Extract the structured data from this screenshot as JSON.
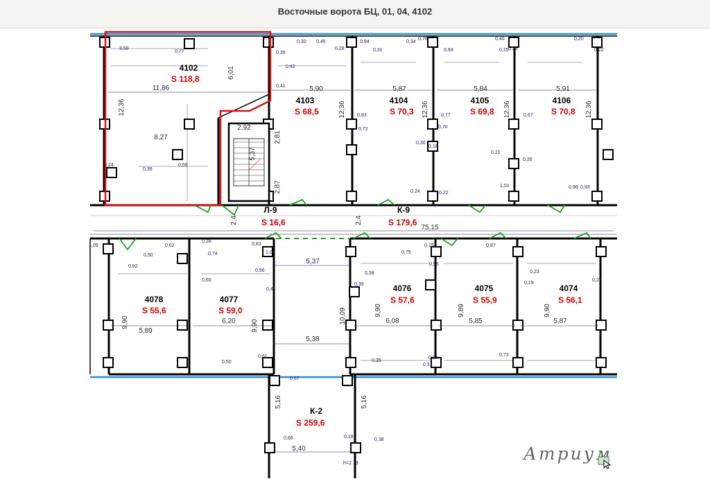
{
  "header": {
    "title": "Восточные ворота БЦ, 01, 04, 4102"
  },
  "brand": {
    "text": "Атриум"
  },
  "colors": {
    "highlight": "#e01010",
    "area": "#cc0000",
    "wall": "#000000",
    "axis": "#2a8ad8",
    "door": "#1ea01e",
    "stairs": "#e03030",
    "dims": "#1a1a5a"
  },
  "rooms": [
    {
      "id": "4102",
      "area": "S 118,8",
      "selected": true
    },
    {
      "id": "4103",
      "area": "S 68,5"
    },
    {
      "id": "4104",
      "area": "S 70,3"
    },
    {
      "id": "4105",
      "area": "S 69,8"
    },
    {
      "id": "4106",
      "area": "S 70,8"
    },
    {
      "id": "Л-9",
      "area": "S 16,6"
    },
    {
      "id": "К-9",
      "area": "S 179,6"
    },
    {
      "id": "4078",
      "area": "S 55,6"
    },
    {
      "id": "4077",
      "area": "S 59,0"
    },
    {
      "id": "4076",
      "area": "S 57,6"
    },
    {
      "id": "4075",
      "area": "S 55,9"
    },
    {
      "id": "4074",
      "area": "S 56,1"
    },
    {
      "id": "К-2",
      "area": "S 259,6"
    }
  ],
  "dimensions": {
    "widths": [
      "11,86",
      "5,90",
      "5,87",
      "5,84",
      "5,91",
      "75,15",
      "5,37",
      "5,38",
      "5,89",
      "6,20",
      "6,08",
      "5,85",
      "5,87",
      "5,40",
      "8,27",
      "2,92"
    ],
    "heights": [
      "12,36",
      "6,01",
      "12,36",
      "12,36",
      "12,36",
      "12,36",
      "9,90",
      "9,90",
      "10,09",
      "9,90",
      "9,89",
      "9,90",
      "5,16",
      "5,16",
      "2,4",
      "2,4",
      "5,37",
      "2,81",
      "2,87"
    ],
    "small": [
      "0,35",
      "0,30",
      "0,45",
      "0,28",
      "0,94",
      "0,31",
      "0,34",
      "0,69",
      "0,76",
      "0,40",
      "0,38",
      "0,25",
      "0,20",
      "0,22",
      "0,42",
      "0,41",
      "0,83",
      "0,77",
      "0,67",
      "0,70",
      "0,72",
      "0,30",
      "0,18",
      "0,21",
      "0,26",
      "0,24",
      "0,22",
      "1,01",
      "0,93",
      "0,98",
      "0,59",
      "0,24",
      "1,09",
      "0,82",
      "0,28",
      "0,63",
      "1,04",
      "0,56",
      "0,41",
      "0,61",
      "0,38",
      "0,39",
      "0,79",
      "0,15",
      "0,98",
      "0,87",
      "0,23",
      "0,19",
      "0,73",
      "0,25",
      "0,35",
      "0,31",
      "0,50",
      "0,67",
      "0,66",
      "0,18",
      "h=2.79",
      "0,38",
      "0,36",
      "3,59",
      "0,77",
      "0,62",
      "0,74",
      "0,50",
      "0,60",
      "0,27"
    ]
  }
}
